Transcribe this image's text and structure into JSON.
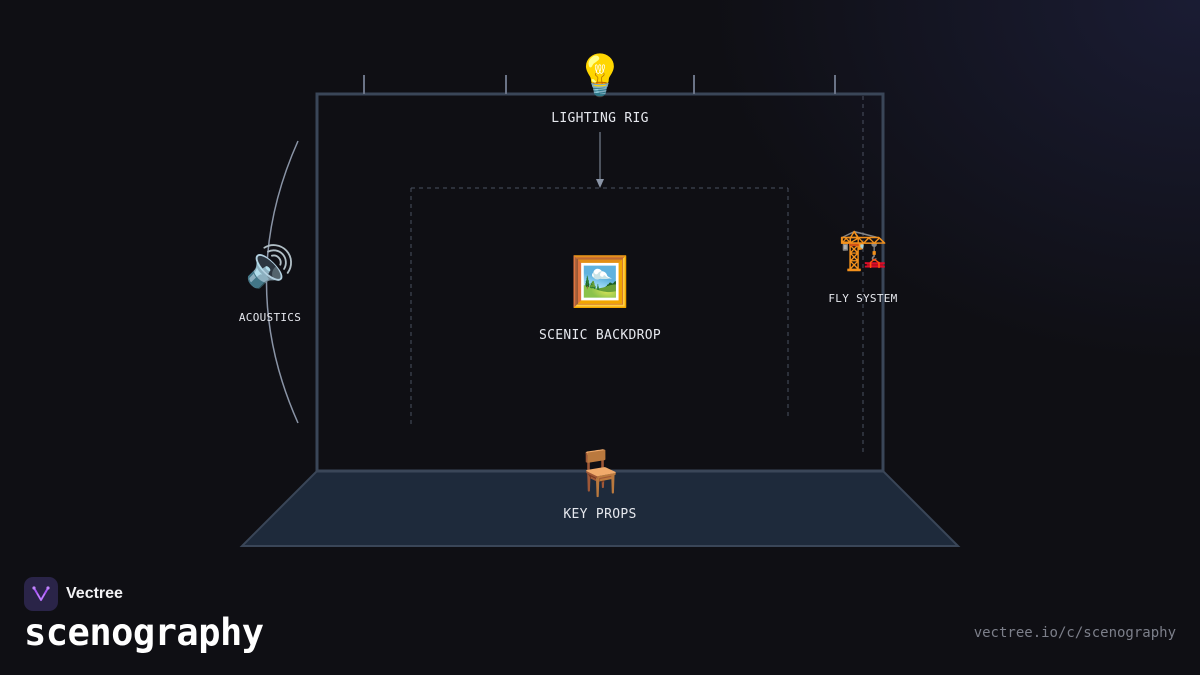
{
  "diagram": {
    "elements": [
      {
        "id": "lighting-rig",
        "icon": "lightbulb-icon",
        "glyph": "💡",
        "label": "LIGHTING RIG"
      },
      {
        "id": "scenic-backdrop",
        "icon": "framed-picture-icon",
        "glyph": "🖼️",
        "label": "SCENIC BACKDROP"
      },
      {
        "id": "acoustics",
        "icon": "speaker-icon",
        "glyph": "🔊",
        "label": "ACOUSTICS"
      },
      {
        "id": "fly-system",
        "icon": "crane-icon",
        "glyph": "🏗️",
        "label": "FLY SYSTEM"
      },
      {
        "id": "key-props",
        "icon": "chair-icon",
        "glyph": "🪑",
        "label": "KEY PROPS"
      }
    ],
    "colors": {
      "stage_frame": "#3a4658",
      "stage_floor": "#1e2a3b",
      "connector": "#8a94a6",
      "dashed": "#4a5060"
    }
  },
  "brand": {
    "name": "Vectree",
    "logo_icon": "vectree-logo-icon",
    "accent": "#a855f7"
  },
  "footer": {
    "title": "scenography",
    "url": "vectree.io/c/scenography"
  }
}
